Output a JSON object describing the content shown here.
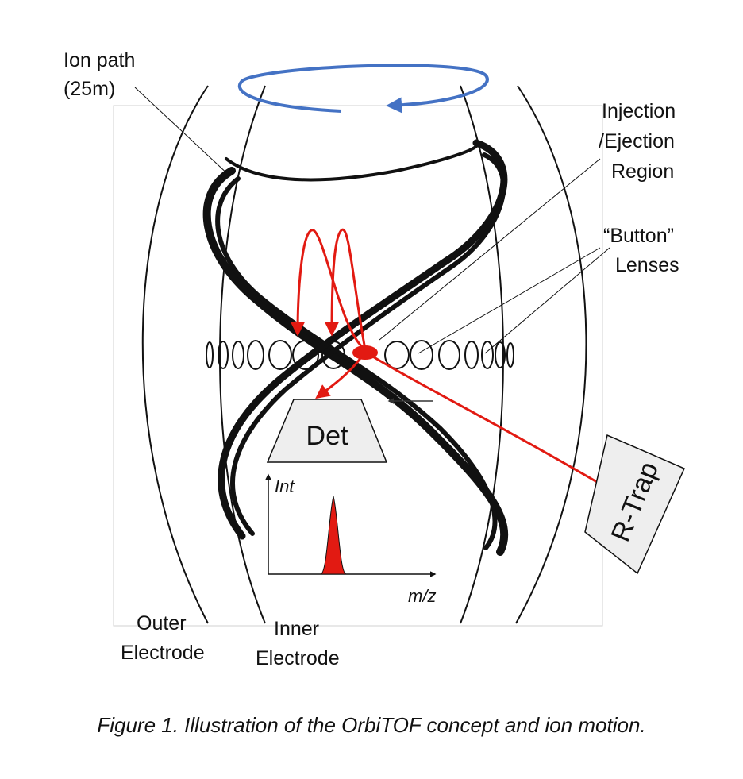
{
  "labels": {
    "ion_path_1": "Ion path",
    "ion_path_2": "(25m)",
    "injection_1": "Injection",
    "injection_2": "/Ejection",
    "injection_3": "Region",
    "button_1": "“Button”",
    "button_2": "Lenses",
    "outer_1": "Outer",
    "outer_2": "Electrode",
    "inner_1": "Inner",
    "inner_2": "Electrode",
    "detector": "Det",
    "rtrap": "R-Trap",
    "axis_y": "Int",
    "axis_x": "m/z"
  },
  "caption": "Figure 1. Illustration of the OrbiTOF concept and ion motion.",
  "colors": {
    "ion_red": "#e21a12",
    "rotation_blue": "#4472c4",
    "box_fill": "#eeeeee",
    "line": "#111111"
  },
  "icons": {
    "rotation": "blue-rotation-arrow",
    "detector": "trapezoid-detector",
    "rtrap": "trapezoid-trap",
    "spectrum": "red-peak-spectrum"
  }
}
